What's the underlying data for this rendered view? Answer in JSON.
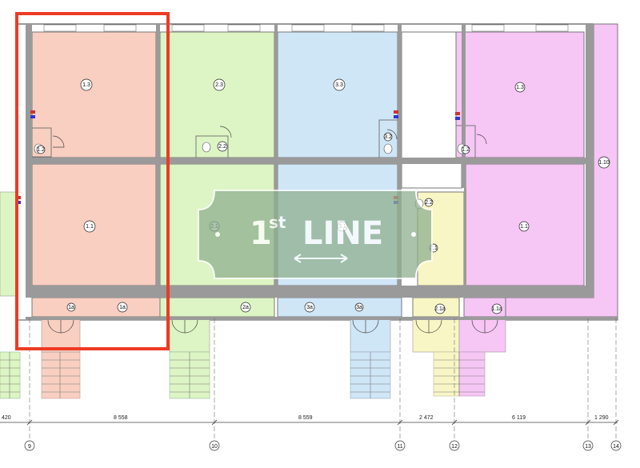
{
  "watermark": {
    "main": "1",
    "sup": "st",
    "rest": "LINE"
  },
  "rooms": [
    {
      "id": "r1_3",
      "label": "1.3"
    },
    {
      "id": "r1_1",
      "label": "1.1"
    },
    {
      "id": "r1_2",
      "label": "1.2"
    },
    {
      "id": "r1a",
      "label": "1a"
    },
    {
      "id": "r1a2",
      "label": "1a"
    },
    {
      "id": "r2_3",
      "label": "2.3"
    },
    {
      "id": "r2_2",
      "label": "2.2"
    },
    {
      "id": "r2_1",
      "label": "2.1"
    },
    {
      "id": "r2a",
      "label": "2a"
    },
    {
      "id": "r3_3",
      "label": "3.3"
    },
    {
      "id": "r3_2",
      "label": "3.2"
    },
    {
      "id": "r3_1",
      "label": "3.1"
    },
    {
      "id": "r3a",
      "label": "3a"
    },
    {
      "id": "r3a2",
      "label": "3a"
    },
    {
      "id": "r2_2b",
      "label": "2.2"
    },
    {
      "id": "r2_1b",
      "label": "2.1"
    },
    {
      "id": "r2_1a",
      "label": "2.1a"
    },
    {
      "id": "rp1_3",
      "label": "1.3"
    },
    {
      "id": "rp1_2",
      "label": "1.2"
    },
    {
      "id": "rp1_1",
      "label": "1.1"
    },
    {
      "id": "rp1_1a",
      "label": "1.1a"
    },
    {
      "id": "rp1_10",
      "label": "1.10"
    }
  ],
  "dimensions": [
    "420",
    "8 558",
    "8 559",
    "2 472",
    "6 119",
    "1 290"
  ],
  "axes": [
    "9",
    "10",
    "11",
    "12",
    "13",
    "14"
  ],
  "colors": {
    "unit1": "#f9cfc1",
    "unit2": "#ddf5c4",
    "unit3": "#cfe6f7",
    "unit4": "#f9f6c5",
    "unit5": "#f6c6f5",
    "walls": "#9a9a9a",
    "highlight": "#ee3a24",
    "watermark": "#8fb08f"
  }
}
